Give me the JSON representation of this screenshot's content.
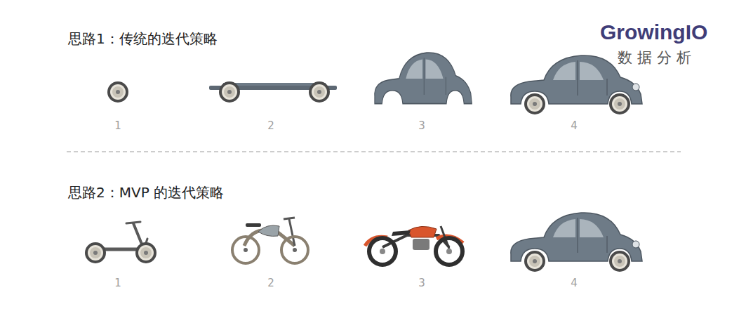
{
  "diagram": {
    "labels": [
      "思路1：传统的迭代策略",
      "1",
      "2",
      "3",
      "4",
      "思路2：MVP 的迭代策略",
      "1",
      "2",
      "3",
      "4",
      "GrowingIO",
      "数据分析"
    ]
  }
}
